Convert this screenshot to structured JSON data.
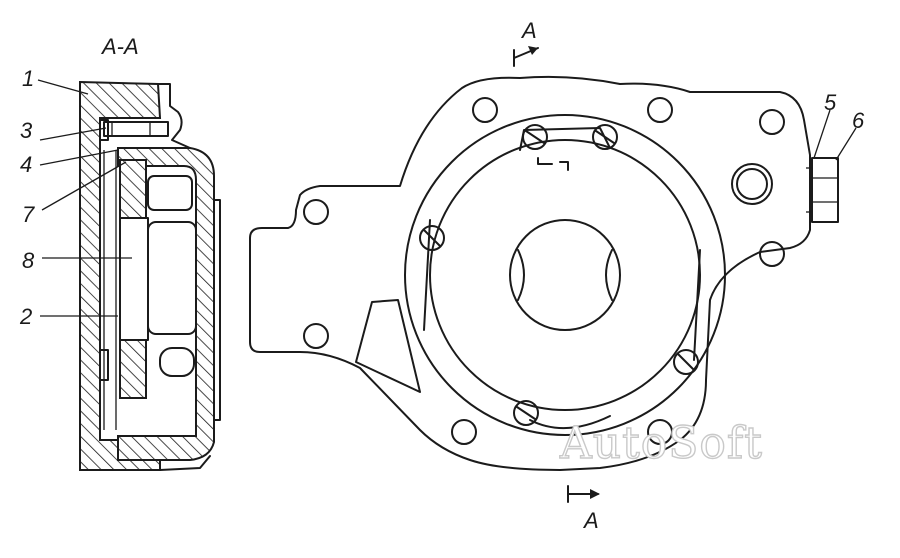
{
  "section_title": "A-A",
  "section_marks": {
    "top": "A",
    "bottom": "A"
  },
  "part_labels": [
    "1",
    "3",
    "4",
    "7",
    "8",
    "2",
    "5",
    "6"
  ],
  "watermark": "AutoSoft",
  "colors": {
    "line": "#1b1b1b",
    "background": "#ffffff",
    "watermark": "#c9c9c9"
  }
}
